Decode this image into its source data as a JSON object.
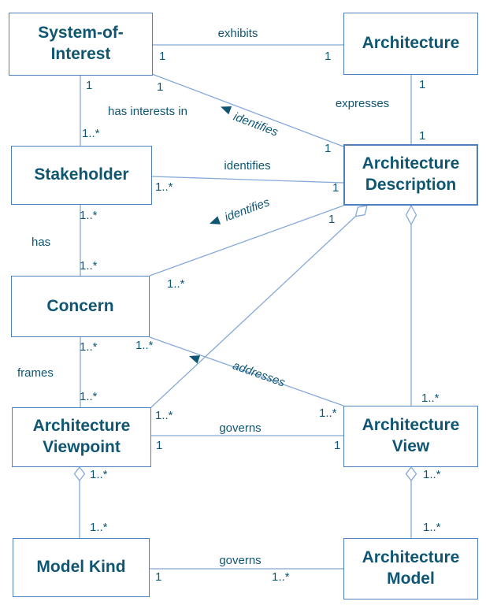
{
  "colors": {
    "text": "#0f5673",
    "box_border": "#4e7fbe",
    "connector_line": "#84a9d8",
    "background": "#ffffff"
  },
  "entities": {
    "system_of_interest": {
      "label": "System-of-Interest"
    },
    "architecture": {
      "label": "Architecture"
    },
    "stakeholder": {
      "label": "Stakeholder"
    },
    "architecture_description": {
      "label": "Architecture Description"
    },
    "concern": {
      "label": "Concern"
    },
    "architecture_viewpoint": {
      "label": "Architecture Viewpoint"
    },
    "architecture_view": {
      "label": "Architecture View"
    },
    "model_kind": {
      "label": "Model Kind"
    },
    "architecture_model": {
      "label": "Architecture Model"
    }
  },
  "rel": {
    "exhibits": {
      "label": "exhibits",
      "m_system": "1",
      "m_architecture": "1"
    },
    "expresses": {
      "label": "expresses",
      "m_architecture": "1",
      "m_description": "1"
    },
    "identifies_system": {
      "label": "identifies",
      "arrow": "toward-system-of-interest",
      "m_system": "1",
      "m_description": "1"
    },
    "has_interests_in": {
      "label": "has interests in",
      "m_system": "1",
      "m_stakeholder": "1..*"
    },
    "identifies_stakeholder": {
      "label": "identifies",
      "m_stakeholder": "1..*",
      "m_description": "1"
    },
    "has": {
      "label": "has",
      "m_stakeholder": "1..*",
      "m_concern": "1..*"
    },
    "identifies_concern": {
      "label": "identifies",
      "arrow": "toward-concern",
      "m_concern": "1..*",
      "m_description": "1"
    },
    "frames": {
      "label": "frames",
      "m_concern": "1..*",
      "m_viewpoint": "1..*"
    },
    "addresses": {
      "label": "addresses",
      "arrow": "toward-concern",
      "m_concern": "1..*",
      "m_view": "1..*"
    },
    "description_aggregates_viewpoint": {
      "aggregation": "open-diamond-at-description",
      "m_viewpoint": "1..*"
    },
    "description_aggregates_view": {
      "aggregation": "open-diamond-at-description",
      "m_view": "1..*"
    },
    "governs_view": {
      "label": "governs",
      "m_viewpoint": "1",
      "m_view": "1"
    },
    "viewpoint_aggregates_model_kind": {
      "aggregation": "open-diamond-at-viewpoint",
      "m_viewpoint": "1..*",
      "m_model_kind": "1..*"
    },
    "view_aggregates_model": {
      "aggregation": "open-diamond-at-view",
      "m_view": "1..*",
      "m_model": "1..*"
    },
    "governs_model": {
      "label": "governs",
      "m_model_kind": "1",
      "m_model": "1..*"
    }
  }
}
